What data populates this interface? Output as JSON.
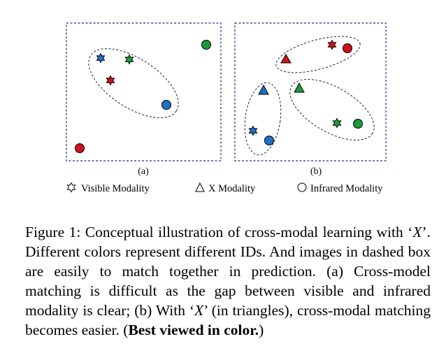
{
  "panels": [
    {
      "label": "(a)"
    },
    {
      "label": "(b)"
    }
  ],
  "legend": [
    {
      "icon": "star-icon",
      "label": "Visible Modality"
    },
    {
      "icon": "triangle-icon",
      "label": "X Modality"
    },
    {
      "icon": "circle-icon",
      "label": "Infrared Modality"
    }
  ],
  "colors": {
    "blue": "#1f6fc4",
    "green": "#1a9a3c",
    "red": "#d0121b",
    "box_border": "#1c2f8a"
  },
  "caption": {
    "lead": "Figure 1: Conceptual illustration of cross-modal learning with ‘",
    "x1": "X",
    "mid1": "’. Different colors represent different IDs. And images in dashed box are easily to match together in prediction. (a) Cross-model matching is difficult as the gap between visible and infrared modality is clear; (b) With ‘",
    "x2": "X",
    "mid2": "’ (in triangles), cross-modal matching becomes easier. (",
    "bold": "Best viewed in color.",
    "tail": ")"
  }
}
